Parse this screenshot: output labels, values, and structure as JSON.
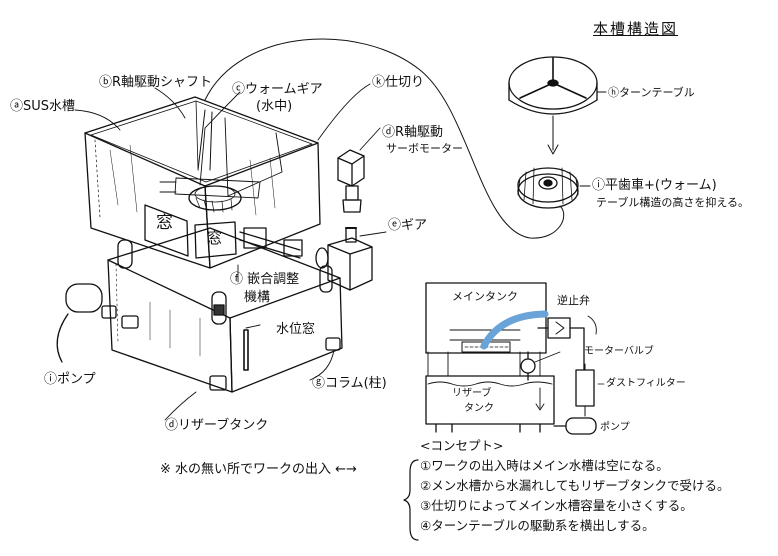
{
  "title": "本槽構造図",
  "labels": {
    "a": "ⓐSUS水槽",
    "b": "ⓑR軸駆動シャフト",
    "c": "ⓒウォームギア",
    "c_sub": "(水中)",
    "k": "ⓚ仕切り",
    "d_title": "ⓓR軸駆動",
    "d_sub": "サーボモーター",
    "e": "ⓔギア",
    "f_1": "ⓕ 嵌合調整",
    "f_2": "機構",
    "water_window": "水位窓",
    "window_char_1": "窓",
    "window_char_2": "窓",
    "pump": "ⓘポンプ",
    "column": "ⓖコラム(柱)",
    "reserve": "ⓓリザーブタンク",
    "h": "ⓗターンテーブル",
    "i_1": "ⓘ平歯車+(ウォーム)",
    "i_2": "テーブル構造の高さを抑える。"
  },
  "schematic": {
    "main_tank": "メインタンク",
    "check_valve": "逆止弁",
    "motor_valve": "モーターバルブ",
    "dust_filter": "ダストフィルター",
    "reserve_1": "リザーブ",
    "reserve_2": "タンク",
    "pump": "ポンプ"
  },
  "note": "※ 水の無い所でワークの出入 ←→",
  "concept": {
    "heading": "<コンセプト>",
    "items": [
      "①ワークの出入時はメイン水槽は空になる。",
      "②メン水槽から水漏れしてもリザーブタンクで受ける。",
      "③仕切りによってメイン水槽容量を小さくする。",
      "④ターンテーブルの駆動系を横出しする。"
    ]
  }
}
